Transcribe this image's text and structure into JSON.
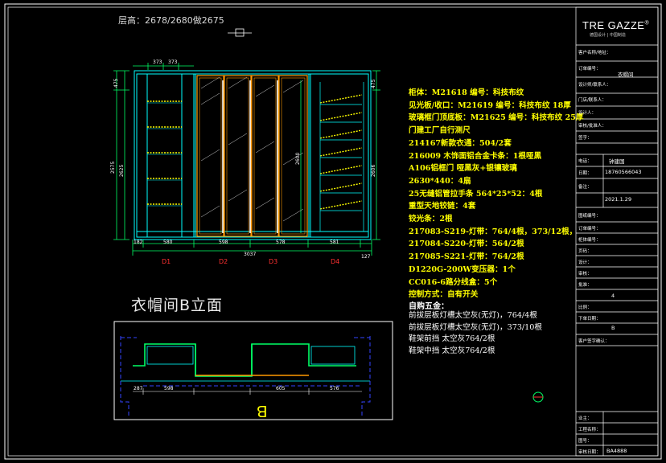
{
  "header": {
    "floor_height": "层高：2678/2680做2675"
  },
  "drawing_title": "衣帽间B立面",
  "plan_label": "B",
  "elevation": {
    "top_dims": [
      "373",
      "373"
    ],
    "bottom_dims": [
      "182",
      "580",
      "598",
      "578",
      "581",
      "127"
    ],
    "overall_width": "3037",
    "left_height_dims": [
      "475",
      "2575",
      "2625"
    ],
    "right_height_dims": [
      "475",
      "2606"
    ],
    "mid_height_dim": "2600",
    "door_labels": [
      "D1",
      "D2",
      "D3",
      "D4"
    ]
  },
  "plan": {
    "dims": [
      "287",
      "598",
      "605",
      "576"
    ]
  },
  "notes": [
    "柜体：M21618  编号：科技布纹",
    "见光板/收口：M21619  编号：科技布纹 18厚",
    "玻璃框门顶底板：M21625  编号：科技布纹 25厚",
    "门建工厂自行测尺",
    "214167新款衣通：504/2套",
    "216009 木饰面铝合金卡条：1根哑黑",
    "A106铝框门 哑黑灰+银镶玻璃",
    "2630*440：4扇",
    "25无缝铝管拉手条 564*25*52：4根",
    "重型天地铰链：4套",
    "铰光条：2根",
    "217083-S219-灯带：764/4根，373/12根，",
    "217084-S220-灯带：564/2根",
    "217085-S221-灯带：764/2根",
    "D1220G-200W变压器：1个",
    "CC016-6路分线盒：5个",
    "控制方式：自有开关"
  ],
  "hardware": {
    "title": "自购五金：",
    "items": [
      "前拔层板灯槽太空灰(无灯)，764/4根",
      "前拔层板灯槽太空灰(无灯)，373/10根",
      "鞋架前挡  太空灰764/2根",
      "鞋架中挡  太空灰764/2根"
    ]
  },
  "title_block": {
    "logo": "TRE GAZZE",
    "logo_mark": "®",
    "logo_sub": "德国设计 | 中国制造",
    "rows": [
      "客户名称/地址：",
      "订单编号：",
      "设计师/联系人：",
      "门店/联系人：",
      "设计人：",
      "审核/批准人：",
      "签字：",
      "电话：",
      "日期：",
      "备注：",
      "图纸编号：",
      "订单编号：",
      "柜体编号：",
      "页码：",
      "设计：",
      "审核：",
      "批准：",
      "比例：",
      "下单日期：",
      "客户签字确认："
    ],
    "values": {
      "project": "衣帽间",
      "designer": "钟建国",
      "phone": "18760566043",
      "date": "2021.1.29",
      "sheet": "B",
      "page": "4"
    },
    "bottom_rows": [
      "业主：",
      "工程名称：",
      "图号：",
      "审核日期："
    ],
    "bottom_value": "BA4888"
  },
  "colors": {
    "cabinet_frame": "#00ffff",
    "shelf": "#ffff00",
    "glass_door": "#ff9900",
    "dimension": "#00ff66",
    "border": "#ffffff",
    "hidden_line": "#0000ff",
    "note_text": "#ffff00",
    "door_label": "#ff3030"
  },
  "cad_icons": [
    "ucs-icon",
    "viewcube-icon"
  ]
}
